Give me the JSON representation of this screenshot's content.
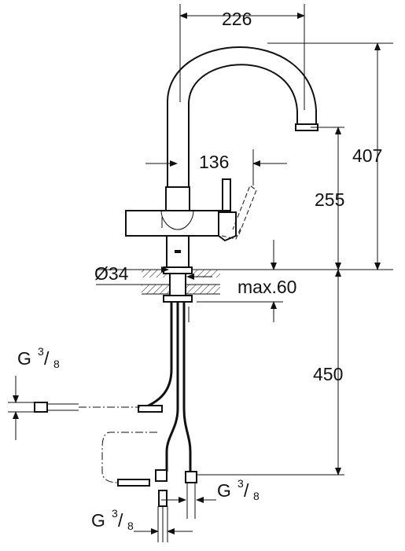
{
  "drawing": {
    "dim_width": "226",
    "dim_total_height": "407",
    "dim_spout_height": "255",
    "dim_lever": "136",
    "dim_diameter": "Ø34",
    "dim_max": "max.60",
    "dim_hose": "450",
    "thread_main": "G",
    "thread_sup": "3",
    "thread_den": "8"
  }
}
